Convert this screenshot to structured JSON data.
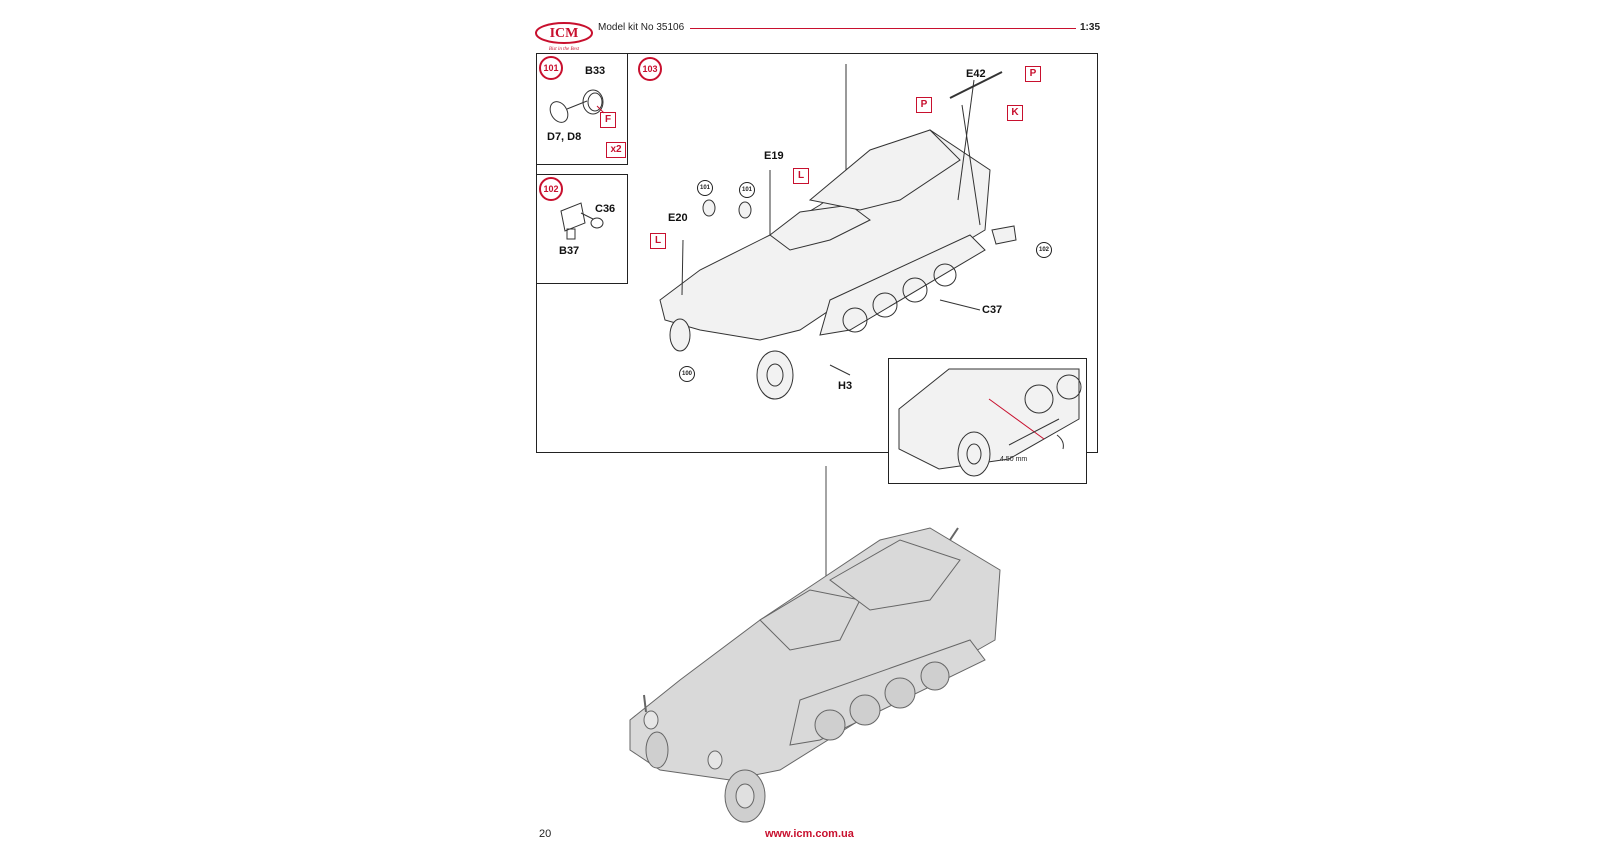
{
  "header": {
    "logo_text": "ICM",
    "logo_tagline": "Bist in the Best",
    "kit_title": "Model kit No 35106",
    "scale": "1:35"
  },
  "colors": {
    "accent": "#c8102e",
    "line": "#222222",
    "fill": "#f2f2f2",
    "render": "#d9d9d9"
  },
  "steps": {
    "s101": {
      "number": "101",
      "parts": [
        "B33",
        "D7, D8"
      ],
      "tag": "F",
      "quantity": "x2"
    },
    "s102": {
      "number": "102",
      "parts": [
        "C36",
        "B37"
      ]
    },
    "s103": {
      "number": "103",
      "parts": [
        "E42",
        "E19",
        "E20",
        "C37",
        "H3"
      ],
      "tags": [
        "P",
        "P",
        "K",
        "L",
        "L"
      ],
      "refs": [
        "101",
        "101",
        "102",
        "100"
      ],
      "detail_dimension": "4.50 mm"
    }
  },
  "footer": {
    "page_number": "20",
    "url": "www.icm.com.ua"
  }
}
